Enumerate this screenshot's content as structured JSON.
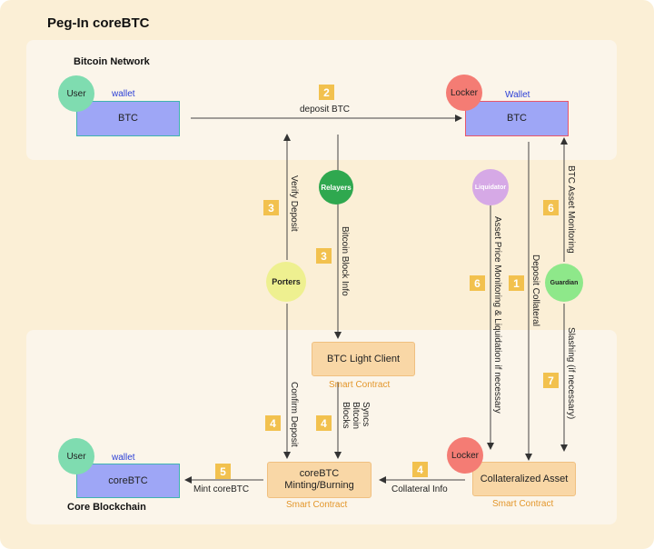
{
  "title": "Peg-In coreBTC",
  "sections": {
    "bitcoin": "Bitcoin Network",
    "core": "Core Blockchain"
  },
  "nodes": {
    "user_top": "User",
    "user_bottom": "User",
    "locker_top": "Locker",
    "locker_bottom": "Locker",
    "relayers": "Relayers",
    "porters": "Porters",
    "liquidator": "Liquidator",
    "guardian": "Guardian"
  },
  "boxes": {
    "btc_user": "BTC",
    "btc_locker": "BTC",
    "light_client": "BTC Light Client",
    "minting": "coreBTC\nMinting/Burning",
    "collateral": "Collateralized Asset",
    "corebtc_user": "coreBTC"
  },
  "wallets": {
    "user_top": "wallet",
    "locker_top": "Wallet",
    "user_bottom": "wallet"
  },
  "smart_contract": "Smart Contract",
  "labels": {
    "deposit_btc": "deposit BTC",
    "verify_deposit": "Verify Deposit",
    "bitcoin_block_info": "Bitcoin Block Info",
    "asset_price": "Asset Price Monitoring & Liquidation if necessary",
    "deposit_collateral": "Deposit Collateral",
    "btc_asset_monitoring": "BTC Asset Monitoring",
    "slashing": "Slashing (if necessary)",
    "confirm_deposit": "Confirm Deposit",
    "syncs": "Syncs\nBitcoin\nBlocks",
    "collateral_info": "Collateral Info",
    "mint_corebtc": "Mint coreBTC"
  },
  "steps": {
    "deposit": "2",
    "verify": "3",
    "block_info": "3",
    "liquidation": "6",
    "collateral": "1",
    "monitoring": "6",
    "slashing": "7",
    "confirm": "4",
    "syncs": "4",
    "collateral_info": "4",
    "mint": "5"
  },
  "colors": {
    "user": "#7fdcb0",
    "locker": "#f47c74",
    "btc_box": "#9ea6f6",
    "relayers": "#2fa84f",
    "porters": "#eef090",
    "liquidator": "#d6a9e6",
    "guardian": "#8ee88a",
    "contract": "#f9d7a6",
    "step": "#f2c14e"
  }
}
